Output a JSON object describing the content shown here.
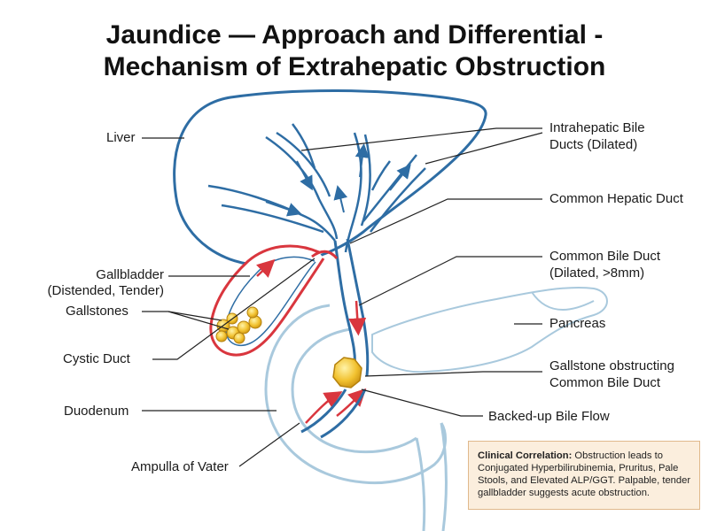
{
  "title_line1": "Jaundice — Approach and Differential -",
  "title_line2": "Mechanism of Extrahepatic Obstruction",
  "labels": {
    "liver": "Liver",
    "intrahepatic_line1": "Intrahepatic Bile",
    "intrahepatic_line2": "Ducts (Dilated)",
    "common_hepatic": "Common Hepatic Duct",
    "cbd_line1": "Common Bile Duct",
    "cbd_line2": "(Dilated, >8mm)",
    "gallbladder_line1": "Gallbladder",
    "gallbladder_line2": "(Distended, Tender)",
    "gallstones": "Gallstones",
    "pancreas": "Pancreas",
    "cystic_duct": "Cystic Duct",
    "obstructing_line1": "Gallstone obstructing",
    "obstructing_line2": "Common Bile Duct",
    "duodenum": "Duodenum",
    "backed_up": "Backed-up Bile Flow",
    "ampulla": "Ampulla of Vater"
  },
  "note": {
    "heading": "Clinical Correlation:",
    "body": " Obstruction leads to Conjugated Hyperbilirubinemia, Pruritus, Pale Stools, and Elevated ALP/GGT. Palpable, tender gallbladder suggests acute obstruction."
  },
  "colors": {
    "duct_blue": "#2e6da4",
    "light_blue": "#a9c9dd",
    "red": "#d9363e",
    "stone": "#f2c230",
    "note_bg": "#fbeedd"
  }
}
